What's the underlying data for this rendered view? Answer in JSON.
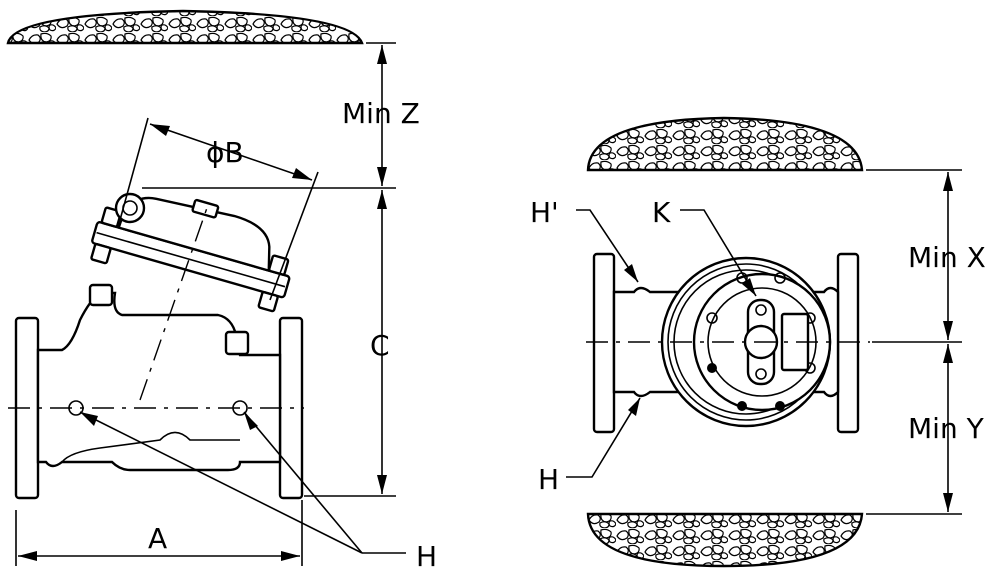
{
  "labels": {
    "min_z": "Min Z",
    "phi_b": "ϕB",
    "c": "C",
    "a": "A",
    "h_side": "H",
    "h_prime": "H'",
    "k": "K",
    "min_x": "Min X",
    "min_y": "Min Y",
    "h_end": "H"
  }
}
